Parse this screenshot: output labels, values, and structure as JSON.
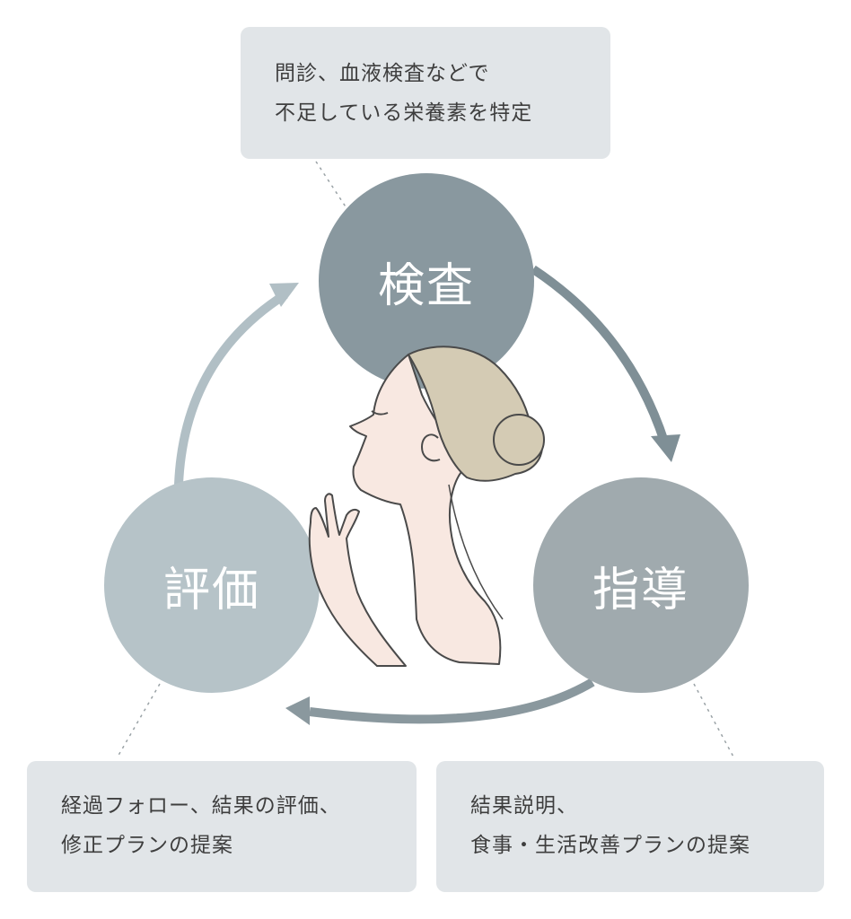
{
  "steps": {
    "exam": {
      "label": "検査",
      "note": [
        "問診、血液検査などで",
        "不足している栄養素を特定"
      ]
    },
    "guidance": {
      "label": "指導",
      "note": [
        "結果説明、",
        "食事・生活改善プランの提案"
      ]
    },
    "evaluation": {
      "label": "評価",
      "note": [
        "経過フォロー、結果の評価、",
        "修正プランの提案"
      ]
    }
  },
  "colors": {
    "exam": "#89989f",
    "guidance": "#a0aaae",
    "evaluation": "#b6c3c8",
    "note_bg": "#e1e5e8",
    "arrow_exam_to_guidance": "#7f8f96",
    "arrow_guidance_to_evaluation": "#8a989e",
    "arrow_evaluation_to_exam": "#b1bfc5"
  }
}
